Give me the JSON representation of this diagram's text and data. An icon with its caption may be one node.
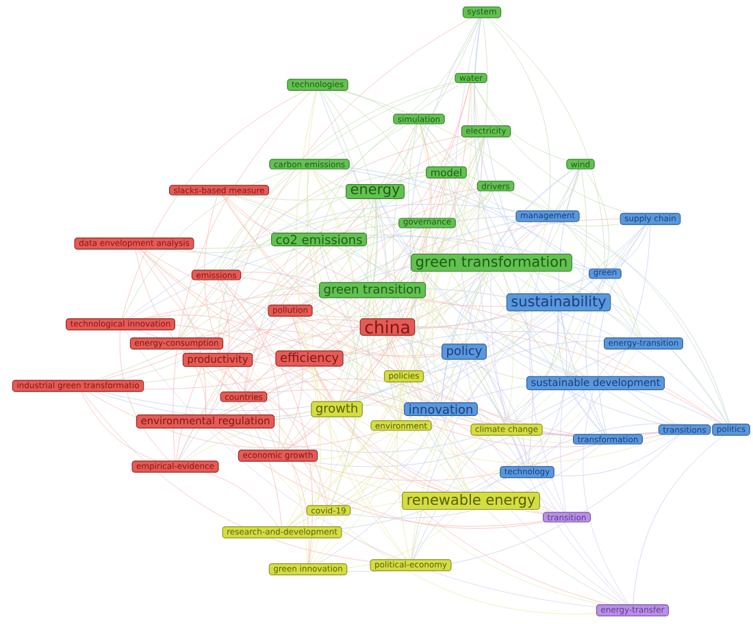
{
  "diagram": {
    "nodes": [
      {
        "text": [
          "system"
        ]
      },
      {
        "text": [
          "water"
        ]
      },
      {
        "text": [
          "technologies"
        ]
      },
      {
        "text": [
          "simulation"
        ]
      },
      {
        "text": [
          "electricity"
        ]
      },
      {
        "text": [
          "carbon emissions"
        ]
      },
      {
        "text": [
          "wind"
        ]
      },
      {
        "text": [
          "model"
        ]
      },
      {
        "text": [
          "drivers"
        ]
      },
      {
        "text": [
          "slacks-based measure"
        ]
      },
      {
        "text": [
          "energy"
        ]
      },
      {
        "text": [
          "management"
        ]
      },
      {
        "text": [
          "supply chain"
        ]
      },
      {
        "text": [
          "governance"
        ]
      },
      {
        "text": [
          "co2 emissions"
        ]
      },
      {
        "text": [
          "data envelopment analysis"
        ]
      },
      {
        "text": [
          "green transformation"
        ]
      },
      {
        "text": [
          "green"
        ]
      },
      {
        "text": [
          "emissions"
        ]
      },
      {
        "text": [
          "green transition"
        ]
      },
      {
        "text": [
          "sustainability"
        ]
      },
      {
        "text": [
          "pollution"
        ]
      },
      {
        "text": [
          "technological innovation"
        ]
      },
      {
        "text": [
          "china"
        ]
      },
      {
        "text": [
          "energy-consumption"
        ]
      },
      {
        "text": [
          "energy-transition"
        ]
      },
      {
        "text": [
          "policy"
        ]
      },
      {
        "text": [
          "efficiency"
        ]
      },
      {
        "text": [
          "productivity"
        ]
      },
      {
        "text": [
          "policies"
        ]
      },
      {
        "text": [
          "sustainable development"
        ]
      },
      {
        "text": [
          "industrial green transformatio"
        ]
      },
      {
        "text": [
          "countries"
        ]
      },
      {
        "text": [
          "growth"
        ]
      },
      {
        "text": [
          "innovation"
        ]
      },
      {
        "text": [
          "environmental regulation"
        ]
      },
      {
        "text": [
          "environment"
        ]
      },
      {
        "text": [
          "climate change"
        ]
      },
      {
        "text": [
          "transitions"
        ]
      },
      {
        "text": [
          "politics"
        ]
      },
      {
        "text": [
          "transformation"
        ]
      },
      {
        "text": [
          "economic growth"
        ]
      },
      {
        "text": [
          "empirical-evidence"
        ]
      },
      {
        "text": [
          "technology"
        ]
      },
      {
        "text": [
          "renewable energy"
        ]
      },
      {
        "text": [
          "covid-19"
        ]
      },
      {
        "text": [
          "transition"
        ]
      },
      {
        "text": [
          "research-and-development"
        ]
      },
      {
        "text": [
          "political-economy"
        ]
      },
      {
        "text": [
          "green innovation"
        ]
      },
      {
        "text": [
          "energy-transfer"
        ]
      }
    ]
  }
}
